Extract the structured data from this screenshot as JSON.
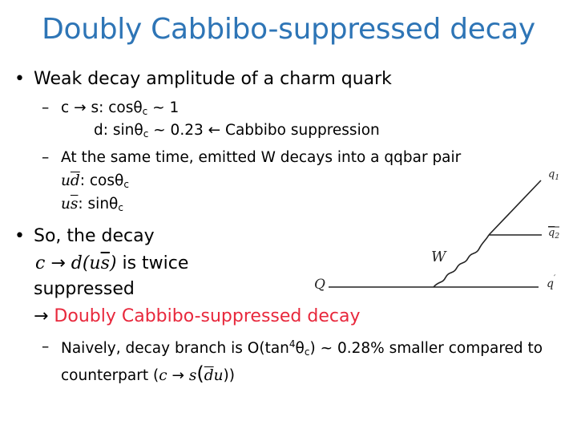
{
  "slide": {
    "title": "Doubly Cabbibo-suppressed decay",
    "bullet1": "Weak decay amplitude of a charm quark",
    "c_to_s_prefix": "c",
    "c_to_s_arrow": "→",
    "c_to_s_rest": "s: cosθ",
    "c_sub": "c",
    "c_to_s_tail": " ~ 1",
    "d_prefix": "d: sinθ",
    "d_sub": "c",
    "d_mid": " ~ 0.23 ",
    "d_arrow": "←",
    "d_tail": " Cabbibo suppression",
    "w_decay": "At the same time, emitted W decays into a qqbar pair",
    "ud_u": "u",
    "ud_d": "d",
    "ud_rest": ": cosθ",
    "ud_sub": "c",
    "us_u": "u",
    "us_s": "s",
    "us_rest": ": sinθ",
    "us_sub": "c",
    "so_decay": "So, the decay",
    "decay_eq": "c → d(us)",
    "decay_eq_c": "c",
    "decay_eq_arrow": "→",
    "decay_eq_d": "d(u",
    "decay_eq_s": "s",
    "decay_eq_close": ")",
    "twice": " is twice",
    "suppressed": "suppressed",
    "red_arrow": "→",
    "red_text": " Doubly Cabbibo-suppressed  decay",
    "naive_a": "Naively, decay branch is O(tan",
    "naive_sup": "4",
    "naive_b": "θ",
    "naive_sub": "c",
    "naive_c": ") ~ 0.28% smaller compared to",
    "counter_a": "counterpart (",
    "counter_c": "c",
    "counter_arrow": "→",
    "counter_s": "s",
    "counter_open": "(",
    "counter_d": "d",
    "counter_u": "u",
    "counter_close": "))"
  },
  "diagram": {
    "label_q1": "q",
    "label_q1_sub": "1",
    "label_q2": "q",
    "label_q2_sub": "2",
    "label_W": "W",
    "label_Q": "Q",
    "label_qprime": "q"
  },
  "colors": {
    "title": "#2e75b6",
    "accent_red": "#e8283c",
    "text": "#000000"
  }
}
